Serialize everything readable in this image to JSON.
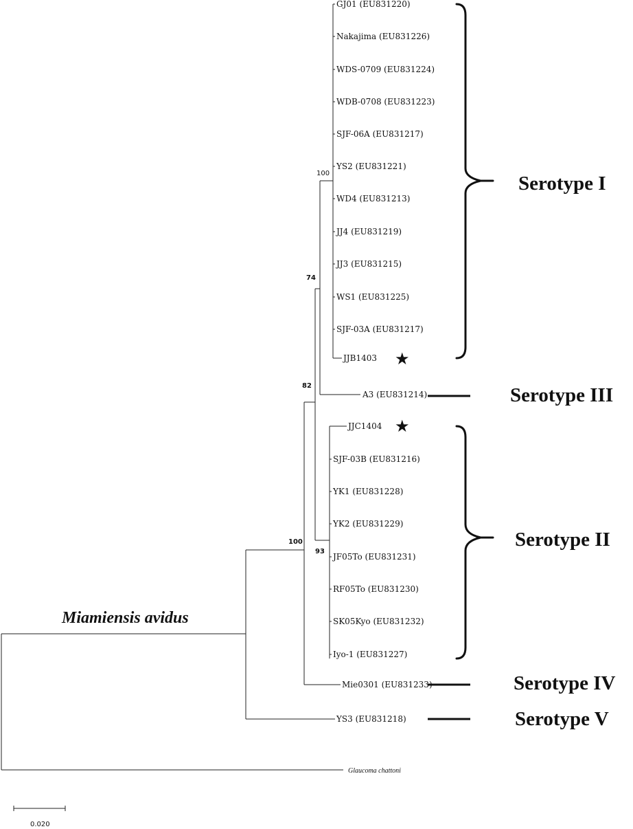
{
  "leaves": [
    {
      "id": "gj01",
      "label": "GJ01 (EU831220)"
    },
    {
      "id": "nakajima",
      "label": "Nakajima (EU831226)"
    },
    {
      "id": "wds0709",
      "label": "WDS-0709 (EU831224)"
    },
    {
      "id": "wdb0708",
      "label": "WDB-0708 (EU831223)"
    },
    {
      "id": "sjf06a",
      "label": "SJF-06A (EU831217)"
    },
    {
      "id": "ys2",
      "label": "YS2 (EU831221)"
    },
    {
      "id": "wd4",
      "label": "WD4 (EU831213)"
    },
    {
      "id": "jj4",
      "label": "JJ4 (EU831219)"
    },
    {
      "id": "jj3",
      "label": "JJ3 (EU831215)"
    },
    {
      "id": "ws1",
      "label": "WS1 (EU831225)"
    },
    {
      "id": "sjf03a",
      "label": "SJF-03A (EU831217)"
    },
    {
      "id": "jjb1403",
      "label": "JJB1403"
    },
    {
      "id": "a3",
      "label": "A3 (EU831214)"
    },
    {
      "id": "jjc1404",
      "label": "JJC1404"
    },
    {
      "id": "sjf03b",
      "label": "SJF-03B (EU831216)"
    },
    {
      "id": "yk1",
      "label": "YK1 (EU831228)"
    },
    {
      "id": "yk2",
      "label": "YK2 (EU831229)"
    },
    {
      "id": "jf05to",
      "label": "JF05To (EU831231)"
    },
    {
      "id": "rf05to",
      "label": "RF05To (EU831230)"
    },
    {
      "id": "sk05kyo",
      "label": "SK05Kyo (EU831232)"
    },
    {
      "id": "iyo1",
      "label": "Iyo-1 (EU831227)"
    },
    {
      "id": "mie0301",
      "label": "Mie0301 (EU831233)"
    },
    {
      "id": "ys3",
      "label": "YS3 (EU831218)"
    }
  ],
  "outgroup": {
    "label": "Glaucoma chattoni"
  },
  "support_values": {
    "s100_top": "100",
    "s74": "74",
    "s82": "82",
    "s100_root": "100",
    "s93": "93"
  },
  "species_label": "Miamiensis avidus",
  "serotypes": {
    "I": "Serotype I",
    "II": "Serotype II",
    "III": "Serotype III",
    "IV": "Serotype IV",
    "V": "Serotype V"
  },
  "new_isolate_marker": "★",
  "scale_bar": {
    "label": "0.020"
  }
}
